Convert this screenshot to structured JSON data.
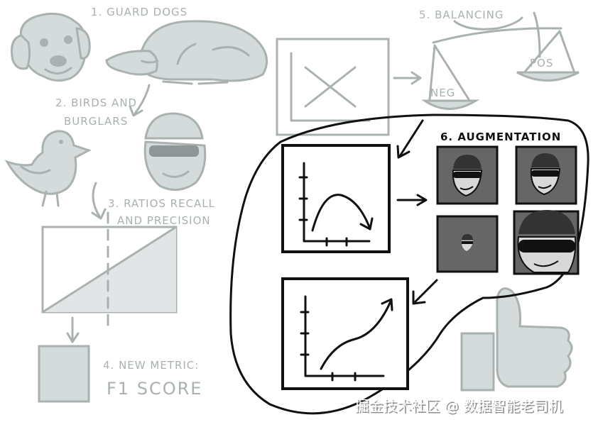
{
  "steps": {
    "step1": "1. GUARD DOGS",
    "step2_line1": "2. BIRDS AND",
    "step2_line2": "BURGLARS",
    "step3_line1": "3. RATIOS RECALL",
    "step3_line2": "AND PRECISION",
    "step4_line1": "4. NEW METRIC:",
    "step4_line2": "F1 SCORE",
    "step5": "5. BALANCING",
    "step6": "6. AUGMENTATION"
  },
  "scale_labels": {
    "neg": "NEG",
    "pos": "POS"
  },
  "watermark": "掘金技术社区 @ 数据智能老司机",
  "colors": {
    "faded": "#a9b1b1",
    "ink": "#111111",
    "tile_bg": "#666666"
  },
  "icons": [
    "dog-icon",
    "sleeping-dog-icon",
    "bird-icon",
    "burglar-icon",
    "scale-icon",
    "thumbs-up-icon",
    "arrow-icon"
  ]
}
